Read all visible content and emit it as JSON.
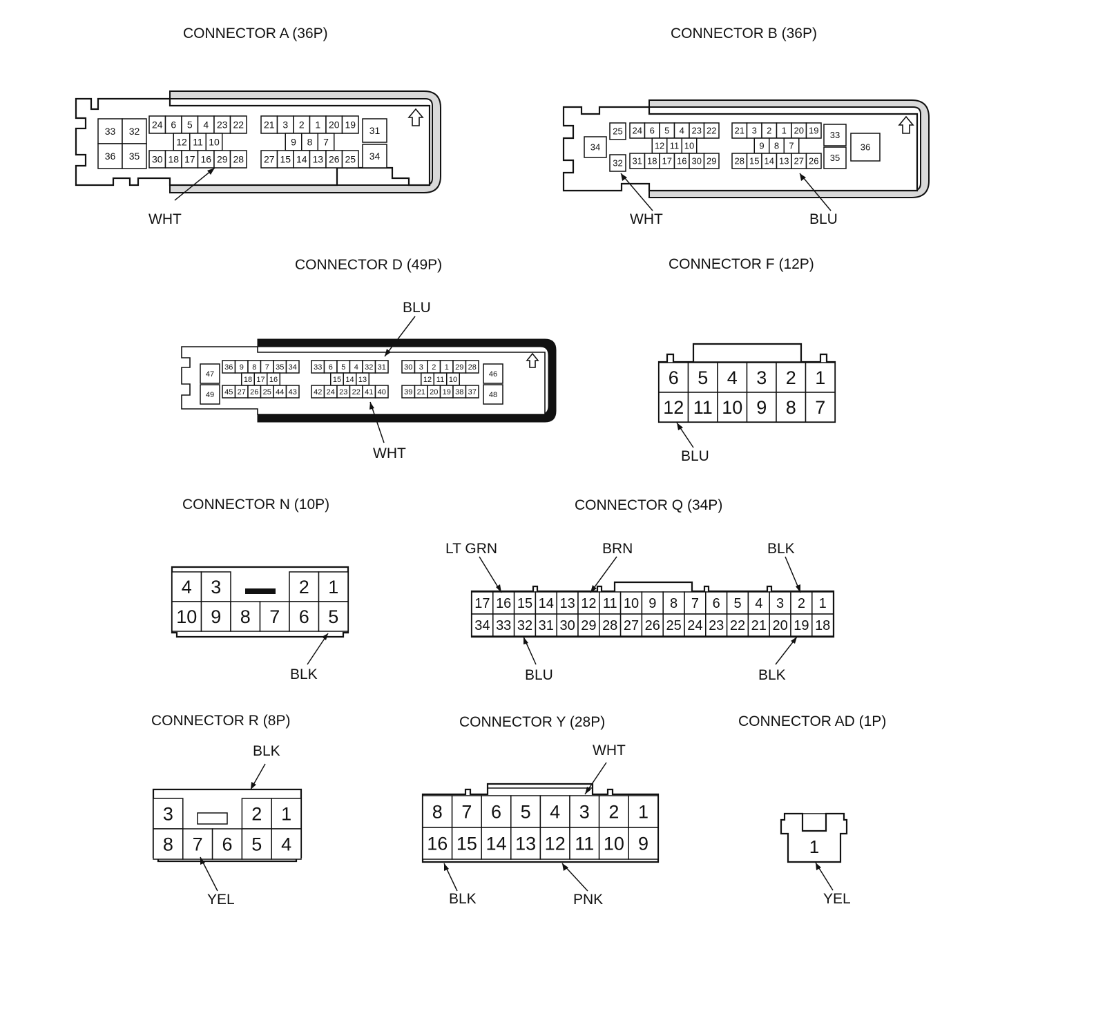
{
  "connectors": [
    {
      "id": "A",
      "title": "CONNECTOR A (36P)",
      "labels": [
        "WHT"
      ]
    },
    {
      "id": "B",
      "title": "CONNECTOR B (36P)",
      "labels": [
        "WHT",
        "BLU"
      ]
    },
    {
      "id": "D",
      "title": "CONNECTOR D (49P)",
      "labels": [
        "BLU",
        "WHT"
      ]
    },
    {
      "id": "F",
      "title": "CONNECTOR F (12P)",
      "labels": [
        "BLU"
      ]
    },
    {
      "id": "N",
      "title": "CONNECTOR N (10P)",
      "labels": [
        "BLK"
      ]
    },
    {
      "id": "Q",
      "title": "CONNECTOR Q (34P)",
      "labels": [
        "LT GRN",
        "BRN",
        "BLK",
        "BLU",
        "BLK"
      ]
    },
    {
      "id": "R",
      "title": "CONNECTOR R (8P)",
      "labels": [
        "BLK",
        "YEL"
      ]
    },
    {
      "id": "Y",
      "title": "CONNECTOR Y (28P)",
      "labels": [
        "WHT",
        "BLK",
        "PNK"
      ]
    },
    {
      "id": "AD",
      "title": "CONNECTOR AD (1P)",
      "labels": [
        "YEL"
      ]
    }
  ],
  "pins": {
    "A": {
      "corner": [
        [
          "33",
          "32"
        ],
        [
          "36",
          "35"
        ]
      ],
      "left": [
        [
          "24",
          "6",
          "5",
          "4",
          "23",
          "22"
        ],
        [
          "12",
          "11",
          "10"
        ],
        [
          "30",
          "18",
          "17",
          "16",
          "29",
          "28"
        ]
      ],
      "right": [
        [
          "21",
          "3",
          "2",
          "1",
          "20",
          "19"
        ],
        [
          "9",
          "8",
          "7"
        ],
        [
          "27",
          "15",
          "14",
          "13",
          "26",
          "25"
        ]
      ],
      "side": [
        "31",
        "34"
      ]
    },
    "B": {
      "single": "34",
      "col": [
        "25",
        "32"
      ],
      "left": [
        [
          "24",
          "6",
          "5",
          "4",
          "23",
          "22"
        ],
        [
          "12",
          "11",
          "10"
        ],
        [
          "31",
          "18",
          "17",
          "16",
          "30",
          "29"
        ]
      ],
      "right": [
        [
          "21",
          "3",
          "2",
          "1",
          "20",
          "19"
        ],
        [
          "9",
          "8",
          "7"
        ],
        [
          "28",
          "15",
          "14",
          "13",
          "27",
          "26"
        ]
      ],
      "side": [
        "33",
        "35"
      ],
      "big": "36"
    },
    "D": {
      "side_left": [
        "47",
        "49"
      ],
      "g1": [
        [
          "36",
          "9",
          "8",
          "7",
          "35",
          "34"
        ],
        [
          "18",
          "17",
          "16"
        ],
        [
          "45",
          "27",
          "26",
          "25",
          "44",
          "43"
        ]
      ],
      "g2": [
        [
          "33",
          "6",
          "5",
          "4",
          "32",
          "31"
        ],
        [
          "15",
          "14",
          "13"
        ],
        [
          "42",
          "24",
          "23",
          "22",
          "41",
          "40"
        ]
      ],
      "g3": [
        [
          "30",
          "3",
          "2",
          "1",
          "29",
          "28"
        ],
        [
          "12",
          "11",
          "10"
        ],
        [
          "39",
          "21",
          "20",
          "19",
          "38",
          "37"
        ]
      ],
      "side_right": [
        "46",
        "48"
      ]
    },
    "F": [
      [
        "6",
        "5",
        "4",
        "3",
        "2",
        "1"
      ],
      [
        "12",
        "11",
        "10",
        "9",
        "8",
        "7"
      ]
    ],
    "N": [
      [
        "4",
        "3",
        "",
        "",
        "2",
        "1"
      ],
      [
        "10",
        "9",
        "8",
        "7",
        "6",
        "5"
      ]
    ],
    "Q": [
      [
        "17",
        "16",
        "15",
        "14",
        "13",
        "12",
        "11",
        "10",
        "9",
        "8",
        "7",
        "6",
        "5",
        "4",
        "3",
        "2",
        "1"
      ],
      [
        "34",
        "33",
        "32",
        "31",
        "30",
        "29",
        "28",
        "27",
        "26",
        "25",
        "24",
        "23",
        "22",
        "21",
        "20",
        "19",
        "18"
      ]
    ],
    "R": [
      [
        "3",
        "",
        "",
        "2",
        "1"
      ],
      [
        "8",
        "7",
        "6",
        "5",
        "4"
      ]
    ],
    "Y": [
      [
        "8",
        "7",
        "6",
        "5",
        "4",
        "3",
        "2",
        "1"
      ],
      [
        "16",
        "15",
        "14",
        "13",
        "12",
        "11",
        "10",
        "9"
      ]
    ],
    "AD": [
      "1"
    ]
  }
}
